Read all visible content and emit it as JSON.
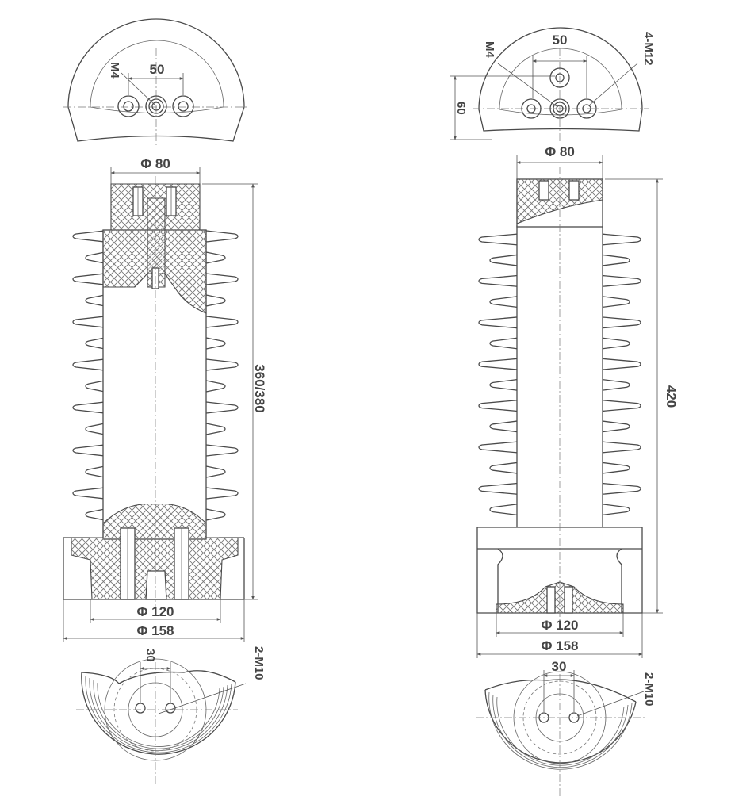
{
  "left_view": {
    "top_width_label": "50",
    "top_thread_label": "M4",
    "head_diameter_label": "Φ 80",
    "height_label": "360/380",
    "inner_base_diameter_label": "Φ 120",
    "base_diameter_label": "Φ 158",
    "bottom_spacing_label": "30",
    "bottom_thread_label": "2-M10"
  },
  "right_view": {
    "top_width_label": "50",
    "top_thread_label": "M4",
    "top_bolt_label": "4-M12",
    "top_offset_label": "60",
    "head_diameter_label": "Φ 80",
    "height_label": "420",
    "inner_base_diameter_label": "Φ 120",
    "base_diameter_label": "Φ 158",
    "bottom_spacing_label": "30",
    "bottom_thread_label": "2-M10"
  }
}
